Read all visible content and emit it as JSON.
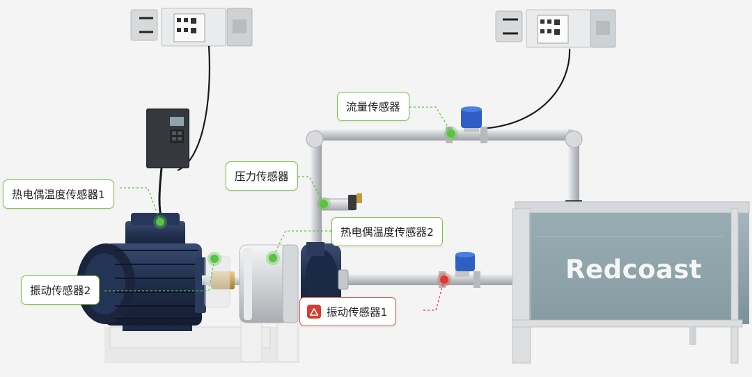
{
  "brand": {
    "name": "Redcoast"
  },
  "colors": {
    "normal": "#5cc243",
    "alert": "#e03a30",
    "pipe": "#c9ccd0",
    "motor": "#1d2a44"
  },
  "sensors": [
    {
      "id": "flow",
      "label": "流量传感器",
      "status": "normal"
    },
    {
      "id": "pressure",
      "label": "压力传感器",
      "status": "normal"
    },
    {
      "id": "thermo1",
      "label": "热电偶温度传感器1",
      "status": "normal"
    },
    {
      "id": "thermo2",
      "label": "热电偶温度传感器2",
      "status": "normal"
    },
    {
      "id": "vib2",
      "label": "振动传感器2",
      "status": "normal"
    },
    {
      "id": "vib1",
      "label": "振动传感器1",
      "status": "alert",
      "icon": "warning-triangle-icon"
    }
  ]
}
